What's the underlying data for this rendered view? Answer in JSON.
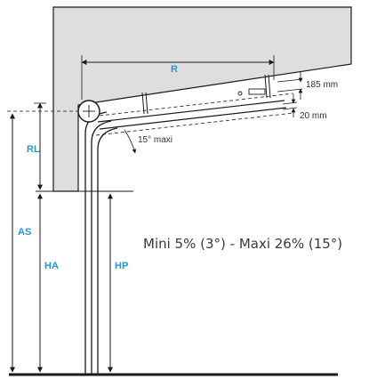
{
  "labels": {
    "r": "R",
    "rl": "RL",
    "as": "AS",
    "ha": "HA",
    "hp": "HP"
  },
  "dimensions": {
    "d185": "185 mm",
    "d20": "20 mm",
    "angle": "15°  maxi"
  },
  "caption": "Mini 5% (3°) - Maxi 26% (15°)",
  "colors": {
    "label_blue": "#1f9ad6",
    "ceiling_fill": "#dedede",
    "line": "#1a1a1a"
  }
}
